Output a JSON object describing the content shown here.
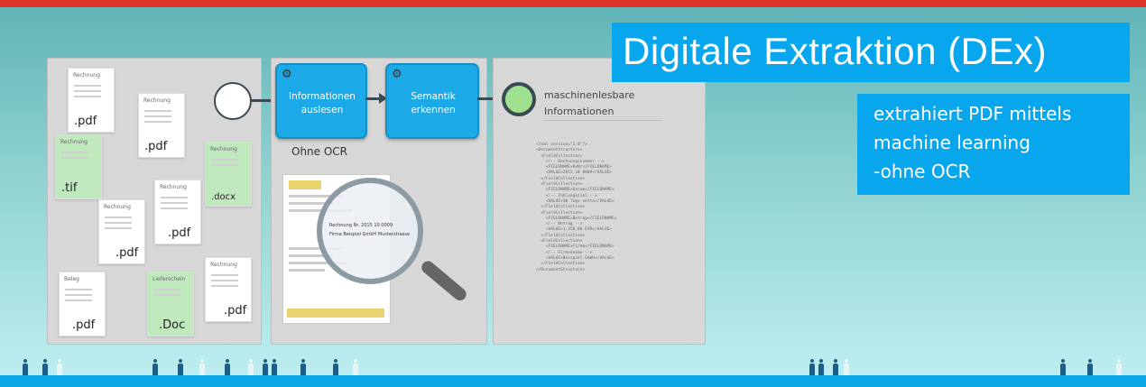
{
  "title": "Digitale Extraktion (DEx)",
  "info_lines": [
    "extrahiert PDF mittels",
    "machine learning",
    "-ohne OCR"
  ],
  "documents": [
    {
      "header": "Rechnung",
      "ext": ".pdf",
      "green": false
    },
    {
      "header": "Rechnung",
      "ext": ".pdf",
      "green": false
    },
    {
      "header": "Rechnung",
      "ext": ".tif",
      "green": true
    },
    {
      "header": "Rechnung",
      "ext": ".docx",
      "green": true
    },
    {
      "header": "Rechnung",
      "ext": ".pdf",
      "green": false
    },
    {
      "header": "Rechnung",
      "ext": ".pdf",
      "green": false
    },
    {
      "header": "Beleg",
      "ext": ".pdf",
      "green": false
    },
    {
      "header": "Lieferschein",
      "ext": ".Doc",
      "green": true
    },
    {
      "header": "Rechnung",
      "ext": ".pdf",
      "green": false
    }
  ],
  "process": {
    "step1": [
      "Informationen",
      "auslesen"
    ],
    "step2": [
      "Semantik",
      "erkennen"
    ],
    "ohne_ocr": "Ohne OCR",
    "magnifier_text": [
      "Rechnung Nr. 2015 10 0009",
      "Firma Beispiel GmbH Musterstrasse"
    ]
  },
  "output": {
    "label": [
      "maschinenlesbare",
      "Informationen"
    ],
    "code": "<?xml version=\"1.0\"?>\n<DocumentStructure>\n  <FieldCollection>\n    <!-- Rechnungsnummer -->\n    <FIELDNAME>ReNr</FIELDNAME>\n    <VALUE>2015 10 0009</VALUE>\n  </FieldCollection>\n  <FieldCollection>\n    <FIELDNAME>Datum</FIELDNAME>\n    <!-- Zahlungsziel -->\n    <VALUE>30 Tage netto</VALUE>\n  </FieldCollection>\n  <FieldCollection>\n    <FIELDNAME>Betrag</FIELDNAME>\n    <!-- Betrag -->\n    <VALUE>1.250,00 EUR</VALUE>\n  </FieldCollection>\n  <FieldCollection>\n    <FIELDNAME>Firma</FIELDNAME>\n    <!-- Firmenname -->\n    <VALUE>Beispiel GmbH</VALUE>\n  </FieldCollection>\n</DocumentStructure>"
  },
  "colors": {
    "accent": "#08a6ec",
    "red_bar": "#e0342a",
    "process": "#1ba9e7",
    "end_event": "#9fe08f"
  }
}
